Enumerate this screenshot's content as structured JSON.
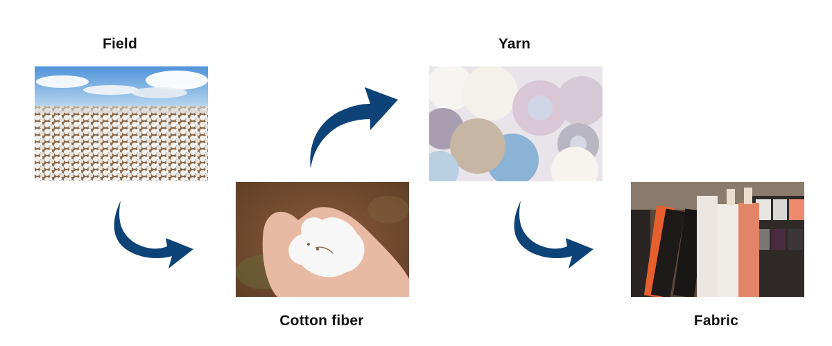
{
  "diagram": {
    "type": "process-flow",
    "arrow_color": "#0e4378",
    "steps": [
      {
        "label": "Field",
        "image": "cotton-field-photo",
        "order": 1
      },
      {
        "label": "Cotton fiber",
        "image": "cotton-fiber-in-hand-photo",
        "order": 2
      },
      {
        "label": "Yarn",
        "image": "yarn-balls-photo",
        "order": 3
      },
      {
        "label": "Fabric",
        "image": "fabric-rolls-photo",
        "order": 4
      }
    ],
    "arrows": [
      {
        "from": "Field",
        "to": "Cotton fiber",
        "icon": "curved-arrow-down-right-icon"
      },
      {
        "from": "Cotton fiber",
        "to": "Yarn",
        "icon": "curved-arrow-up-right-icon"
      },
      {
        "from": "Yarn",
        "to": "Fabric",
        "icon": "curved-arrow-down-right-icon"
      }
    ]
  }
}
